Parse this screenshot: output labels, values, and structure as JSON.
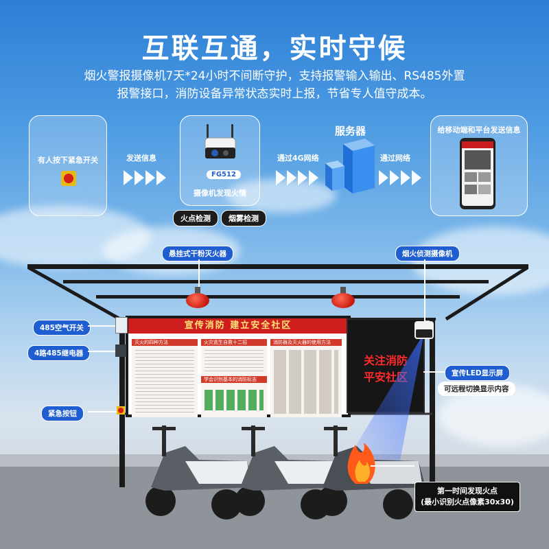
{
  "headline": "互联互通，实时守候",
  "description": {
    "line1": "烟火警报摄像机7天*24小时不间断守护，支持报警输入输出、RS485外置",
    "line2": "报警接口，消防设备异常状态实时上报，节省专人值守成本。"
  },
  "flow": {
    "emergency_card_label": "有人按下紧急开关",
    "send_info": "发送信息",
    "camera_model": "FG512",
    "camera_caption": "摄像机发现火情",
    "fire_detect": "火点检测",
    "smoke_detect": "烟雾检测",
    "via_4g": "通过4G网络",
    "server_label": "服务器",
    "via_network": "通过网络",
    "send_to_mobile": "给移动端和平台发送信息"
  },
  "scene_labels": {
    "hanging_extinguisher": "悬挂式干粉灭火器",
    "fire_camera": "烟火侦测摄像机",
    "air_switch": "485空气开关",
    "relay": "4路485继电器",
    "emergency_button": "紧急按钮",
    "led_screen": "宣传LED显示屏",
    "remote_switch": "可远程切换显示内容",
    "detect_line1": "第一时间发现火点",
    "detect_line2": "(最小识别火点像素30x30)"
  },
  "board": {
    "header": "宣传消防  建立安全社区",
    "panel1": "灭火的四种方法",
    "panel2": "火灾逃生自救十二招",
    "panel3": "消防器及灭火器的使用方法",
    "panel4": "学会识别基本的消防标志"
  },
  "led": {
    "line1": "关注消防",
    "line2": "平安社区"
  },
  "colors": {
    "sky_top": "#2d7fd6",
    "tag_blue": "#1e5ed1",
    "board_red": "#cf1e1e",
    "led_red": "#ff2a2a"
  }
}
